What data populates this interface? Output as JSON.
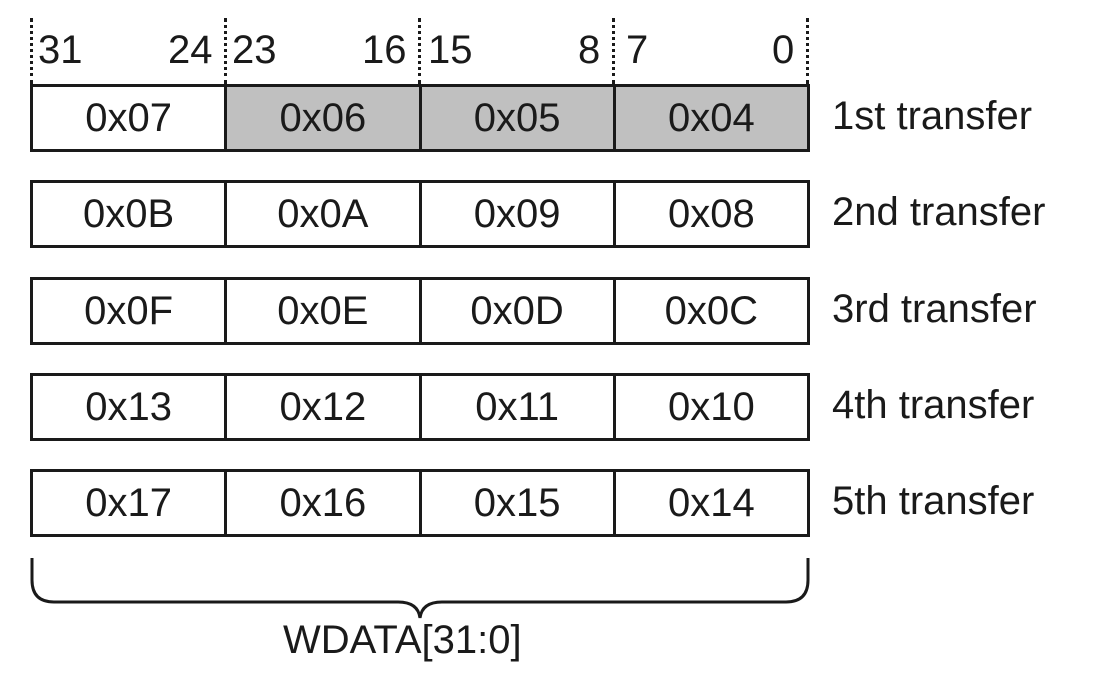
{
  "bit_labels": [
    "31",
    "24",
    "23",
    "16",
    "15",
    "8",
    "7",
    "0"
  ],
  "colors": {
    "highlight": "#c0c0c0",
    "normal": "#ffffff",
    "stroke": "#1a1a1a"
  },
  "transfers": [
    {
      "label": "1st transfer",
      "bytes": [
        "0x07",
        "0x06",
        "0x05",
        "0x04"
      ],
      "highlighted": [
        false,
        true,
        true,
        true
      ]
    },
    {
      "label": "2nd transfer",
      "bytes": [
        "0x0B",
        "0x0A",
        "0x09",
        "0x08"
      ],
      "highlighted": [
        false,
        false,
        false,
        false
      ]
    },
    {
      "label": "3rd transfer",
      "bytes": [
        "0x0F",
        "0x0E",
        "0x0D",
        "0x0C"
      ],
      "highlighted": [
        false,
        false,
        false,
        false
      ]
    },
    {
      "label": "4th transfer",
      "bytes": [
        "0x13",
        "0x12",
        "0x11",
        "0x10"
      ],
      "highlighted": [
        false,
        false,
        false,
        false
      ]
    },
    {
      "label": "5th transfer",
      "bytes": [
        "0x17",
        "0x16",
        "0x15",
        "0x14"
      ],
      "highlighted": [
        false,
        false,
        false,
        false
      ]
    }
  ],
  "bus_label": "WDATA[31:0]"
}
